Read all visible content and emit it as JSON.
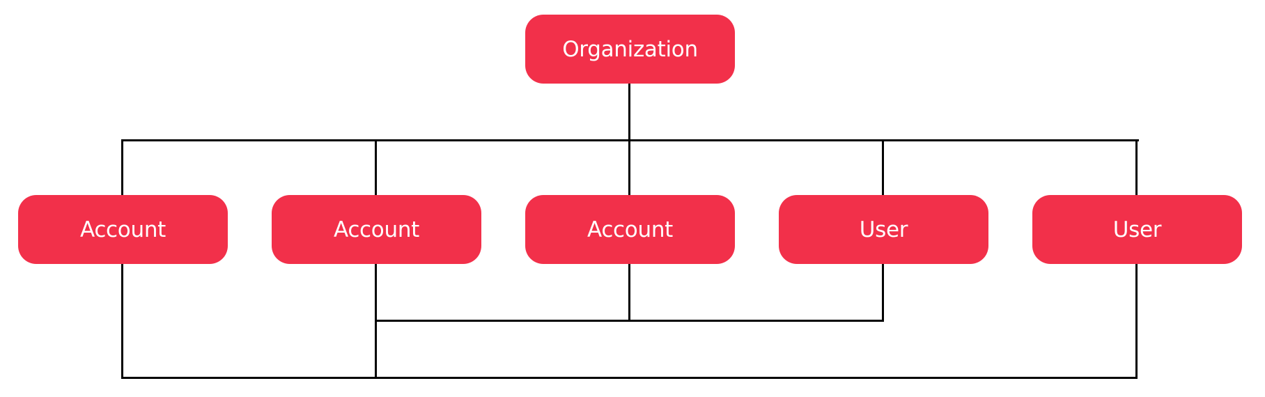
{
  "diagram": {
    "type": "org-hierarchy",
    "colors": {
      "node_fill": "#f2304a",
      "node_text": "#ffffff",
      "connector": "#000000",
      "background": "#ffffff"
    },
    "root": {
      "label": "Organization"
    },
    "children": [
      {
        "label": "Account"
      },
      {
        "label": "Account"
      },
      {
        "label": "Account"
      },
      {
        "label": "User"
      },
      {
        "label": "User"
      }
    ],
    "edges": [
      {
        "from": "Organization",
        "to": "Account (1)"
      },
      {
        "from": "Organization",
        "to": "Account (2)"
      },
      {
        "from": "Organization",
        "to": "Account (3)"
      },
      {
        "from": "Organization",
        "to": "User (4)"
      },
      {
        "from": "Organization",
        "to": "User (5)"
      },
      {
        "from": "Account (2)",
        "to": "Account (3)"
      },
      {
        "from": "Account (2)",
        "to": "User (4)"
      },
      {
        "from": "Account (1)",
        "to": "Account (2)"
      },
      {
        "from": "Account (2)",
        "to": "User (5)"
      }
    ]
  }
}
